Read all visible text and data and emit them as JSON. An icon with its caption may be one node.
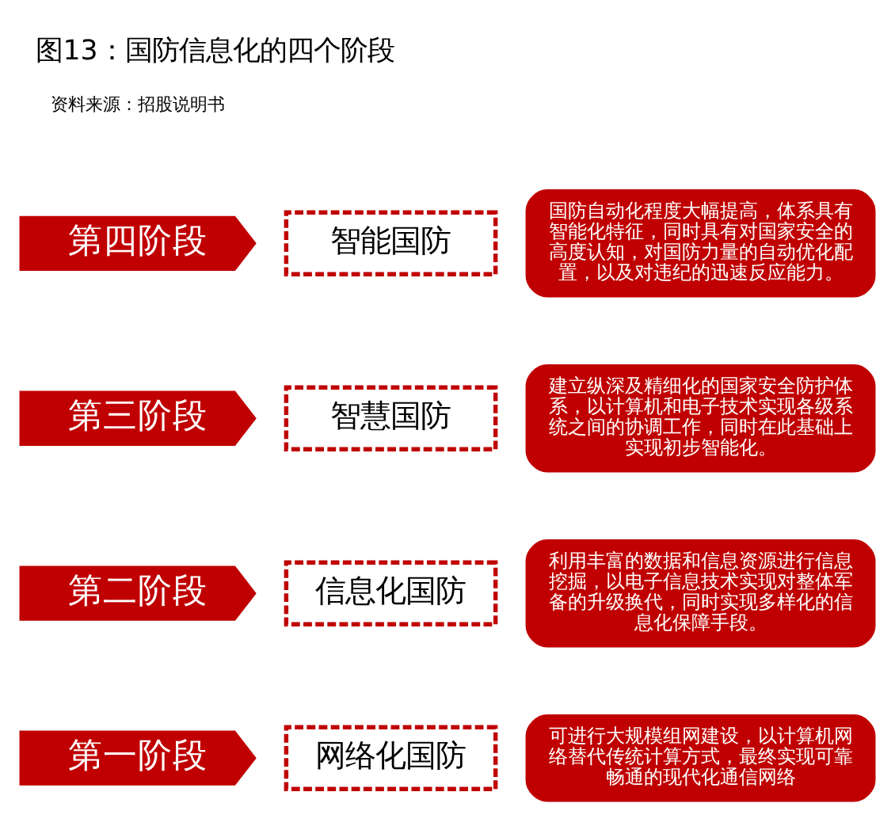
{
  "diagram": {
    "title": "图13：国防信息化的四个阶段",
    "caption": "资料来源：招股说明书",
    "nodes": [
      {
        "text": [
          "第一阶段"
        ]
      },
      {
        "text": [
          "网络化国防"
        ]
      },
      {
        "text": [
          "可进行大规模组网建设，以计算机网络替代传统计算方式，最终实现可靠畅通的现代化通信网络"
        ]
      },
      {
        "text": [
          "第二阶段"
        ]
      },
      {
        "text": [
          "信息化国防"
        ]
      },
      {
        "text": [
          "利用丰富的数据和信息资源进行信息挖掘，以电子信息技术实现对整体军备的升级换代，同时实现多样化的信息化保障手段。"
        ]
      },
      {
        "text": [
          "第三阶段"
        ]
      },
      {
        "text": [
          "智慧国防"
        ]
      },
      {
        "text": [
          "建立纵深及精细化的国家安全防护体系，以计算机和电子技术实现各级系统之间的协调工作，同时在此基础上实现初步智能化。"
        ]
      },
      {
        "text": [
          "第四阶段"
        ]
      },
      {
        "text": [
          "智能国防"
        ]
      },
      {
        "text": [
          "国防自动化程度大幅提高，体系具有智能化特征，同时具有对国家安全的高度认知，对国防力量的自动优化配置，以及对违纪的迅速反应能力。"
        ]
      }
    ],
    "edges": []
  }
}
